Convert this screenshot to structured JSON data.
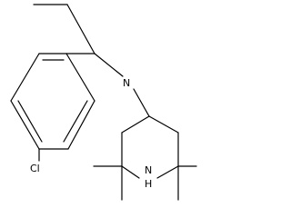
{
  "molecule": {
    "atom_labels": {
      "amine_nitrogen": "N",
      "ring_nitrogen": "N",
      "ring_nitrogen_hydrogen": "H",
      "chlorine": "Cl"
    },
    "colors": {
      "bond": "#000000",
      "label": "#000000",
      "background": "#ffffff"
    }
  }
}
